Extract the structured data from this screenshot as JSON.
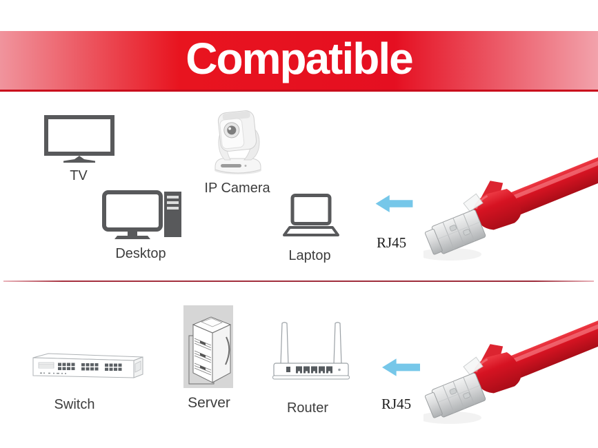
{
  "banner": {
    "title": "Compatible"
  },
  "sections": {
    "top": {
      "devices": [
        {
          "id": "tv",
          "label": "TV"
        },
        {
          "id": "ip-camera",
          "label": "IP Camera"
        },
        {
          "id": "desktop",
          "label": "Desktop"
        },
        {
          "id": "laptop",
          "label": "Laptop"
        }
      ],
      "connector": {
        "label": "RJ45",
        "arrow_icon": "left-arrow-icon",
        "cable_icon": "red-rj45-patch-cable"
      }
    },
    "bottom": {
      "devices": [
        {
          "id": "switch",
          "label": "Switch"
        },
        {
          "id": "server",
          "label": "Server"
        },
        {
          "id": "router",
          "label": "Router"
        }
      ],
      "connector": {
        "label": "RJ45",
        "arrow_icon": "left-arrow-icon",
        "cable_icon": "red-rj45-patch-cable"
      }
    }
  },
  "colors": {
    "banner_red": "#e50f21",
    "banner_edge_pink": "#f2a2ab",
    "cable_red": "#d41322",
    "arrow_blue": "#76c7e9",
    "device_icon_gray": "#58595b",
    "outline_gray": "#9aa0a5",
    "label_text": "#3d3d3d"
  }
}
